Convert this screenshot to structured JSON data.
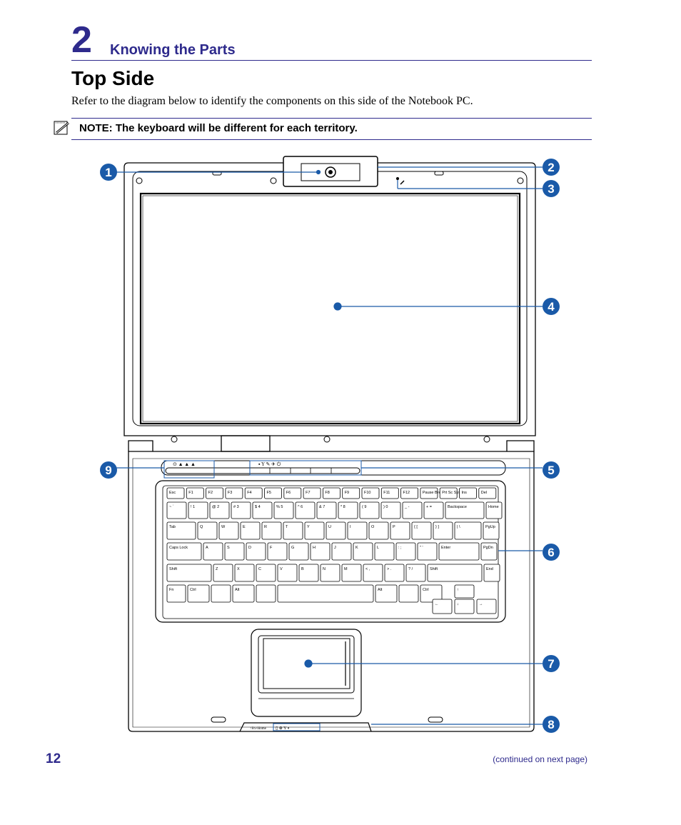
{
  "header": {
    "chapter_number": "2",
    "chapter_title": "Knowing the Parts"
  },
  "section": {
    "title": "Top Side",
    "intro": "Refer to the diagram below to identify the components on this side of the Notebook PC."
  },
  "note": {
    "text": "NOTE: The keyboard will be different for each territory."
  },
  "callouts": [
    "1",
    "2",
    "3",
    "4",
    "5",
    "6",
    "7",
    "8",
    "9"
  ],
  "keyboard": {
    "fn_row": [
      "Esc",
      "F1",
      "F2",
      "F3",
      "F4",
      "F5",
      "F6",
      "F7",
      "F8",
      "F9",
      "F10",
      "F11",
      "F12",
      "Pause Break",
      "Prt Sc Sys Rq",
      "Ins",
      "Del"
    ],
    "num_row": [
      "~ `",
      "! 1",
      "@ 2",
      "# 3",
      "$ 4",
      "% 5",
      "^ 6",
      "& 7",
      "* 8",
      "( 9",
      ") 0",
      "_ -",
      "+ =",
      "Backspace",
      "Home"
    ],
    "tab_row": [
      "Tab",
      "Q",
      "W",
      "E",
      "R",
      "T",
      "Y",
      "U",
      "I",
      "O",
      "P",
      "{ [",
      "} ]",
      "| \\",
      "PgUp"
    ],
    "caps_row": [
      "Caps Lock",
      "A",
      "S",
      "D",
      "F",
      "G",
      "H",
      "J",
      "K",
      "L",
      ": ;",
      "\" '",
      "Enter",
      "PgDn"
    ],
    "shift_row": [
      "Shift",
      "Z",
      "X",
      "C",
      "V",
      "B",
      "N",
      "M",
      "< ,",
      "> .",
      "? /",
      "Shift",
      "End"
    ],
    "bottom_row": [
      "Fn",
      "Ctrl",
      "",
      "Alt",
      "",
      "",
      "Alt",
      "",
      "Ctrl"
    ],
    "arrows": [
      "↑",
      "←",
      "↓",
      "→"
    ]
  },
  "footer": {
    "page_number": "12",
    "continued": "(continued on next page)"
  },
  "colors": {
    "accent": "#2e2a8c",
    "callout": "#1a5aa8",
    "line": "#1a5aa8"
  }
}
